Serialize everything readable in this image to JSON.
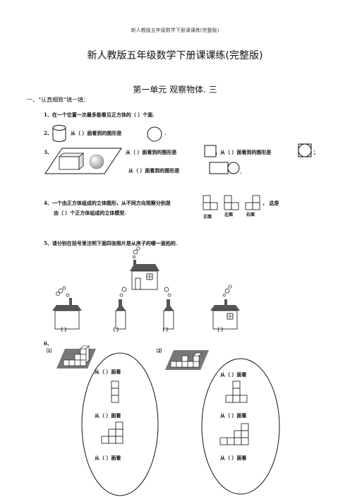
{
  "running_head": "新人教版五年级数学下册课课练(完整版)",
  "document_title": "新人教版五年级数学下册课课练(完整版)",
  "unit_title": "第一单元  观察物体.  三",
  "section1_title": "一、“认真细致”填一填：",
  "q1": "1、在一个位置一次最多能看见正方体的（        ）个面.",
  "q2_num": "2、",
  "q2_text": "从（        ）面看到的图形是",
  "q2_end": ".",
  "q3_num": "3、",
  "q3_a": "从（        ）面看到的图形是",
  "q3_b": "，从（        ）面看到的图形是",
  "q3_b_end": "；",
  "q3_c": "从（        ）面看到的图形是",
  "q3_c_end": ".",
  "q4_line1": "4、一个由正方体组成的立体图形，从不同方向观察分别是",
  "q4_line1_end": "，  这是",
  "q4_line2": "由（     ）个正方体组成的立体模型.",
  "q4_views": [
    "正面",
    "左面",
    "右面"
  ],
  "q5": "5、请分别在括号里注明下面四张照片是从房子的哪一面拍的.",
  "q5_blanks": [
    "（     ）",
    "（     ）",
    "（     ）",
    "（     ）"
  ],
  "q6_num": "6、",
  "q6_parts": [
    "⑴",
    "⑵"
  ],
  "q6_view_label": "从（        ）面看"
}
